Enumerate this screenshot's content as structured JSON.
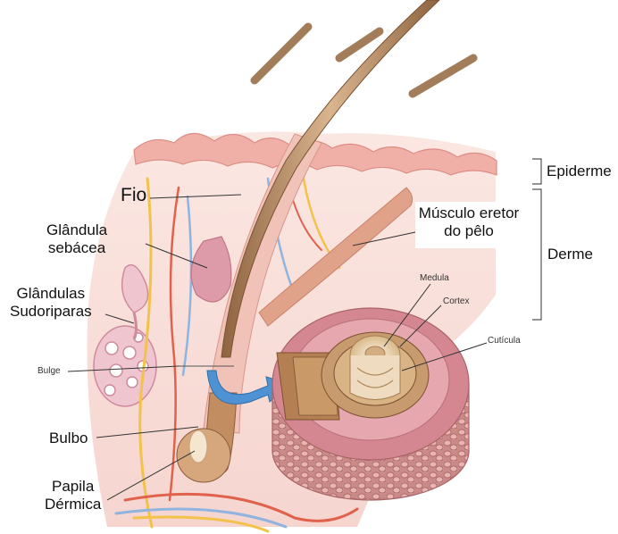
{
  "labels": {
    "fio": "Fio",
    "glandula_sebacea": [
      "Glândula",
      "sebácea"
    ],
    "glandulas_sudoriparas": [
      "Glândulas",
      "Sudoriparas"
    ],
    "bulge": "Bulge",
    "bulbo": "Bulbo",
    "papila_dermica": [
      "Papila",
      "Dérmica"
    ],
    "epiderme": "Epiderme",
    "musculo_eretor": [
      "Músculo eretor",
      "do pêlo"
    ],
    "derme": "Derme",
    "medula": "Medula",
    "cortex": "Cortex",
    "cuticula": "Cutícula"
  },
  "colors": {
    "skin": "#f3c9c3",
    "epidermis_edge": "#e79a92",
    "hair": "#a77a52",
    "hair_light": "#d6b08c",
    "gland": "#dd9aa8",
    "muscle": "#e1a28a",
    "nerve_yellow": "#f2c24a",
    "vein_blue": "#8fb4e0",
    "artery_red": "#e0614c",
    "arrow_blue": "#4f92d3",
    "cross_section_outer": "#d58791",
    "cross_section_inner": "#c79b6d"
  }
}
